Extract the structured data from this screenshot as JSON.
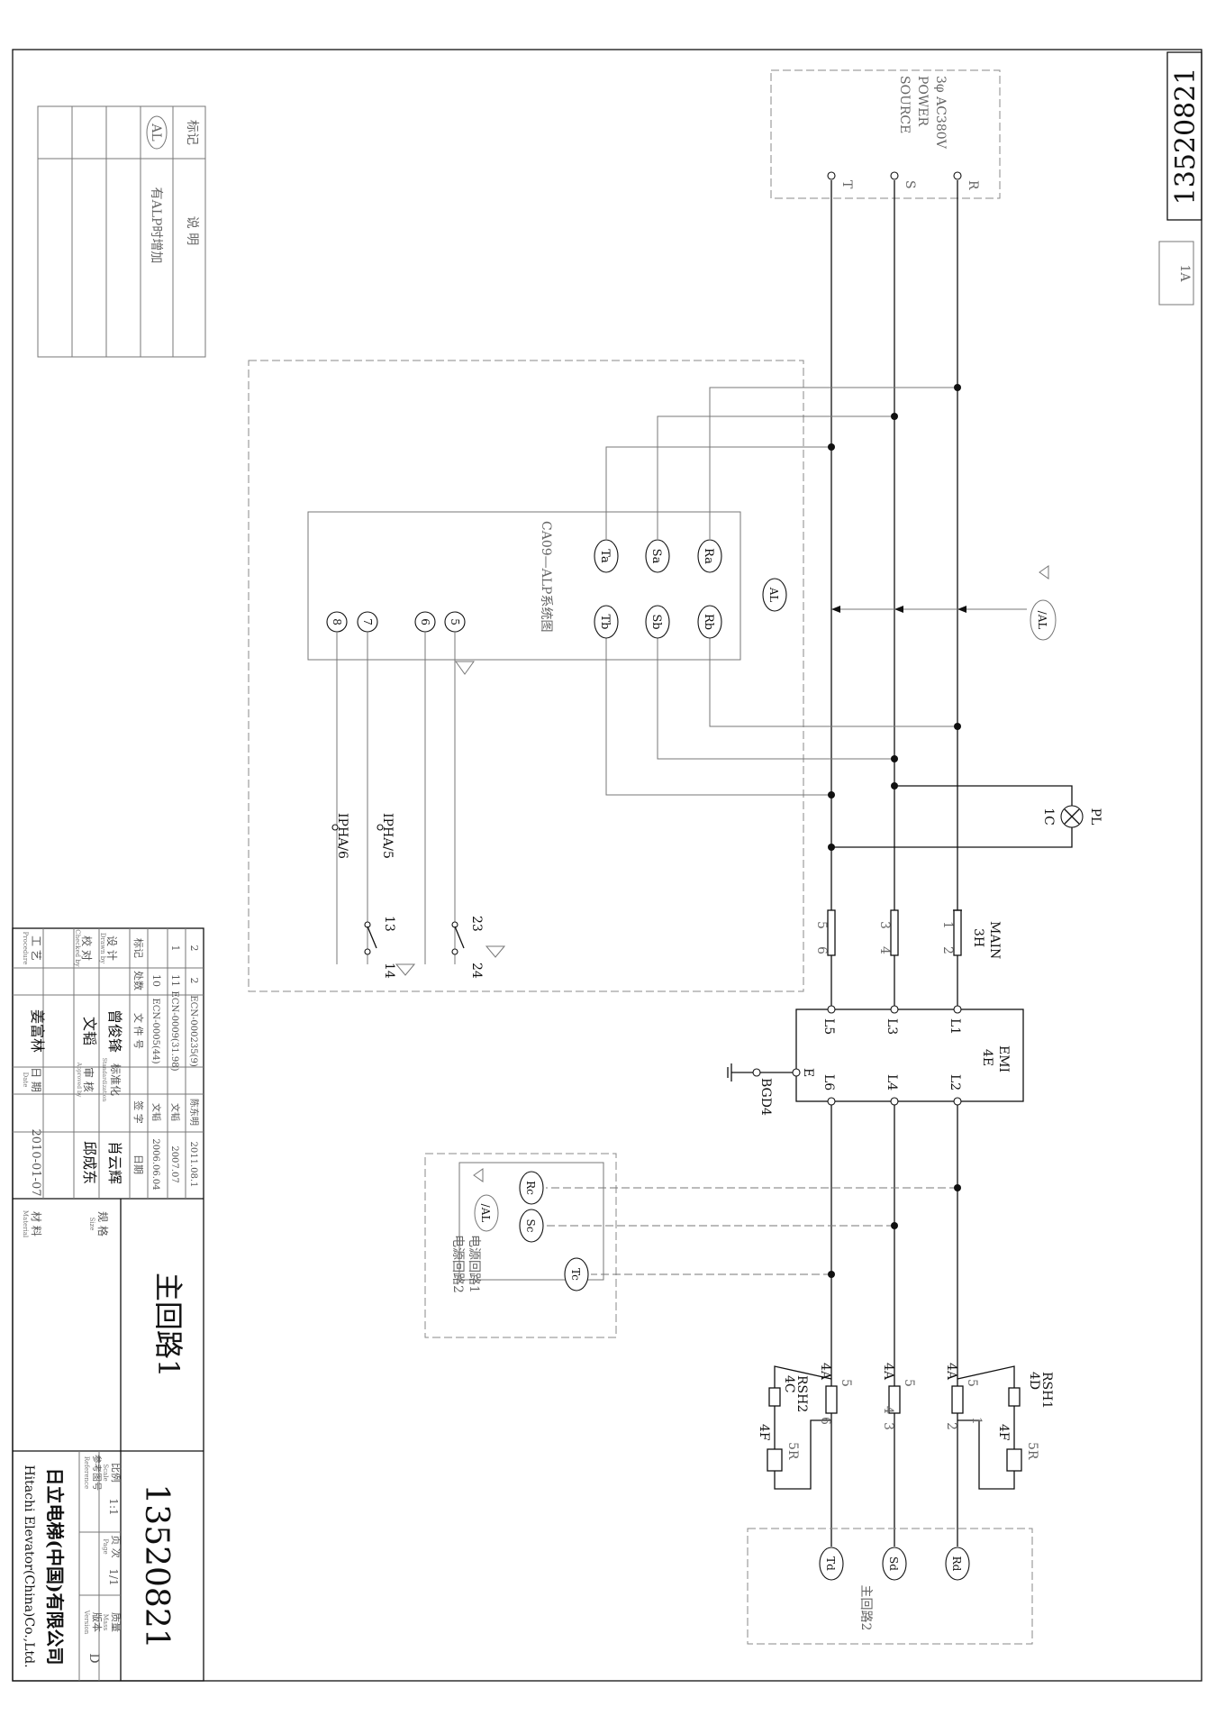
{
  "sheet": {
    "drawing_number": "13520821",
    "sheet_marker": "1A",
    "title": "主回路1",
    "company_cn": "日立电梯(中国)有限公司",
    "company_en": "Hitachi Elevator(China)Co.,Ltd."
  },
  "source": {
    "line1": "3φ AC380V",
    "line2": "POWER",
    "line3": "SOURCE",
    "phases": [
      "R",
      "S",
      "T"
    ]
  },
  "notes": {
    "col1_header": "标记",
    "col2_header": "说 明",
    "tag": "AL",
    "text": "有ALP时增加"
  },
  "alp": {
    "label": "CA09—ALP系统图",
    "terminals_a": [
      "Ra",
      "Sa",
      "Ta"
    ],
    "terminals_b": [
      "Rb",
      "Sb",
      "Tb"
    ],
    "pins": [
      "5",
      "6",
      "7",
      "8"
    ],
    "tag": "AL"
  },
  "phase_monitor": {
    "t1": "IPHA/5",
    "t2": "IPHA/6",
    "contacts": [
      "13",
      "14",
      "23",
      "24"
    ]
  },
  "main_contactor": {
    "name": "MAIN",
    "id": "3H",
    "poles_top": [
      "1",
      "3",
      "5"
    ],
    "poles_bottom": [
      "2",
      "4",
      "6"
    ]
  },
  "lamp": {
    "name": "PL",
    "id": "1C"
  },
  "emi": {
    "name": "EMI",
    "id": "4E",
    "inputs": [
      "L1",
      "L3",
      "L5"
    ],
    "outputs": [
      "L2",
      "L4",
      "L6"
    ],
    "earth": "E",
    "ground_label": "BGD4"
  },
  "power_loop": {
    "terminals": [
      "Rc",
      "Sc",
      "Tc"
    ],
    "line1": "电源回路1",
    "line2": "电源回路2",
    "tag": "/AL"
  },
  "al_tag": "/AL",
  "rshunts": {
    "rsh1": {
      "name": "RSH1",
      "id": "4D"
    },
    "rsh2": {
      "name": "RSH2",
      "id": "4C"
    },
    "fuse": "4A",
    "fuse_terminal": "4F",
    "pin_labels": {
      "top": "5",
      "bottom": "5R",
      "a": "1",
      "b": "2",
      "c": "3",
      "d": "4",
      "e": "6"
    }
  },
  "output": {
    "terminals": [
      "Rd",
      "Sd",
      "Td"
    ],
    "label": "主回路2"
  },
  "titleblock": {
    "rows": [
      {
        "mark": "2",
        "count": "2",
        "doc": "ECN-000235(9)",
        "sign": "陈东明",
        "date": "2011.08.1"
      },
      {
        "mark": "1",
        "count": "11",
        "doc": "ECN-0009(31.98)",
        "sign": "文韬",
        "date": "2007.07"
      },
      {
        "mark": "",
        "count": "10",
        "doc": "ECN-0005(44)",
        "sign": "文韬",
        "date": "2006.06.04"
      }
    ],
    "hdr_mark": "标记",
    "hdr_count": "处数",
    "hdr_doc": "文 件 号",
    "hdr_sign": "签 字",
    "hdr_date": "日期",
    "design": "设 计",
    "design_en": "Drawn by",
    "designer": "曾俊锋",
    "check": "校 对",
    "check_en": "Checked by",
    "checker": "文韬",
    "process": "工 艺",
    "process_en": "Procedure",
    "processor": "姜富林",
    "std": "标准化",
    "std_en": "Standardization",
    "std_name": "肖云辉",
    "approve": "审 核",
    "approve_en": "Approved by",
    "approver": "邱成东",
    "date_label": "日 期",
    "date_en": "Date",
    "date": "2010-01-07",
    "material": "材 料",
    "material_en": "Material",
    "spec": "规 格",
    "spec_en": "Size",
    "scale_label": "比例",
    "scale_en": "Scale",
    "scale": "1:1",
    "page_label": "页 次",
    "page_en": "Page",
    "page": "1/1",
    "version_label": "版本",
    "version_en": "Version",
    "version": "D",
    "mass_label": "质量",
    "mass_en": "Mass",
    "ref_label": "参考图号",
    "ref_en": "Reference"
  }
}
